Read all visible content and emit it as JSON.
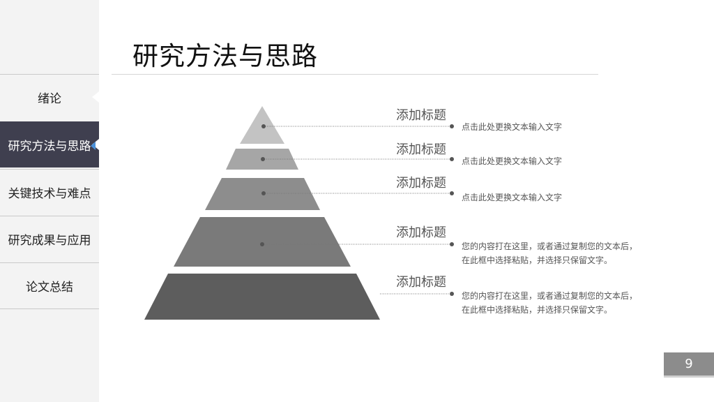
{
  "sidebar": {
    "items": [
      {
        "label": "绪论"
      },
      {
        "label": "研究方法与思路",
        "active": true
      },
      {
        "label": "关键技术与难点"
      },
      {
        "label": "研究成果与应用"
      },
      {
        "label": "论文总结"
      }
    ]
  },
  "header": {
    "title": "研究方法与思路"
  },
  "pyramid": {
    "layers": [
      {
        "title": "添加标题",
        "desc": [
          "点击此处更换文本输入文字"
        ],
        "color": "#c3c3c3"
      },
      {
        "title": "添加标题",
        "desc": [
          "点击此处更换文本输入文字"
        ],
        "color": "#a6a6a6"
      },
      {
        "title": "添加标题",
        "desc": [
          "点击此处更换文本输入文字"
        ],
        "color": "#8d8d8d"
      },
      {
        "title": "添加标题",
        "desc": [
          "您的内容打在这里，或者通过复制您的文本后，",
          "在此框中选择粘贴，并选择只保留文字。"
        ],
        "color": "#7a7a7a"
      },
      {
        "title": "添加标题",
        "desc": [
          "您的内容打在这里，或者通过复制您的文本后，",
          "在此框中选择粘贴，并选择只保留文字。"
        ],
        "color": "#5d5d5d"
      }
    ]
  },
  "footer": {
    "page_number": "9"
  },
  "colors": {
    "active_nav": "#3f3f4f",
    "accent": "#4a90d9",
    "page_badge": "#8c8c8c"
  }
}
